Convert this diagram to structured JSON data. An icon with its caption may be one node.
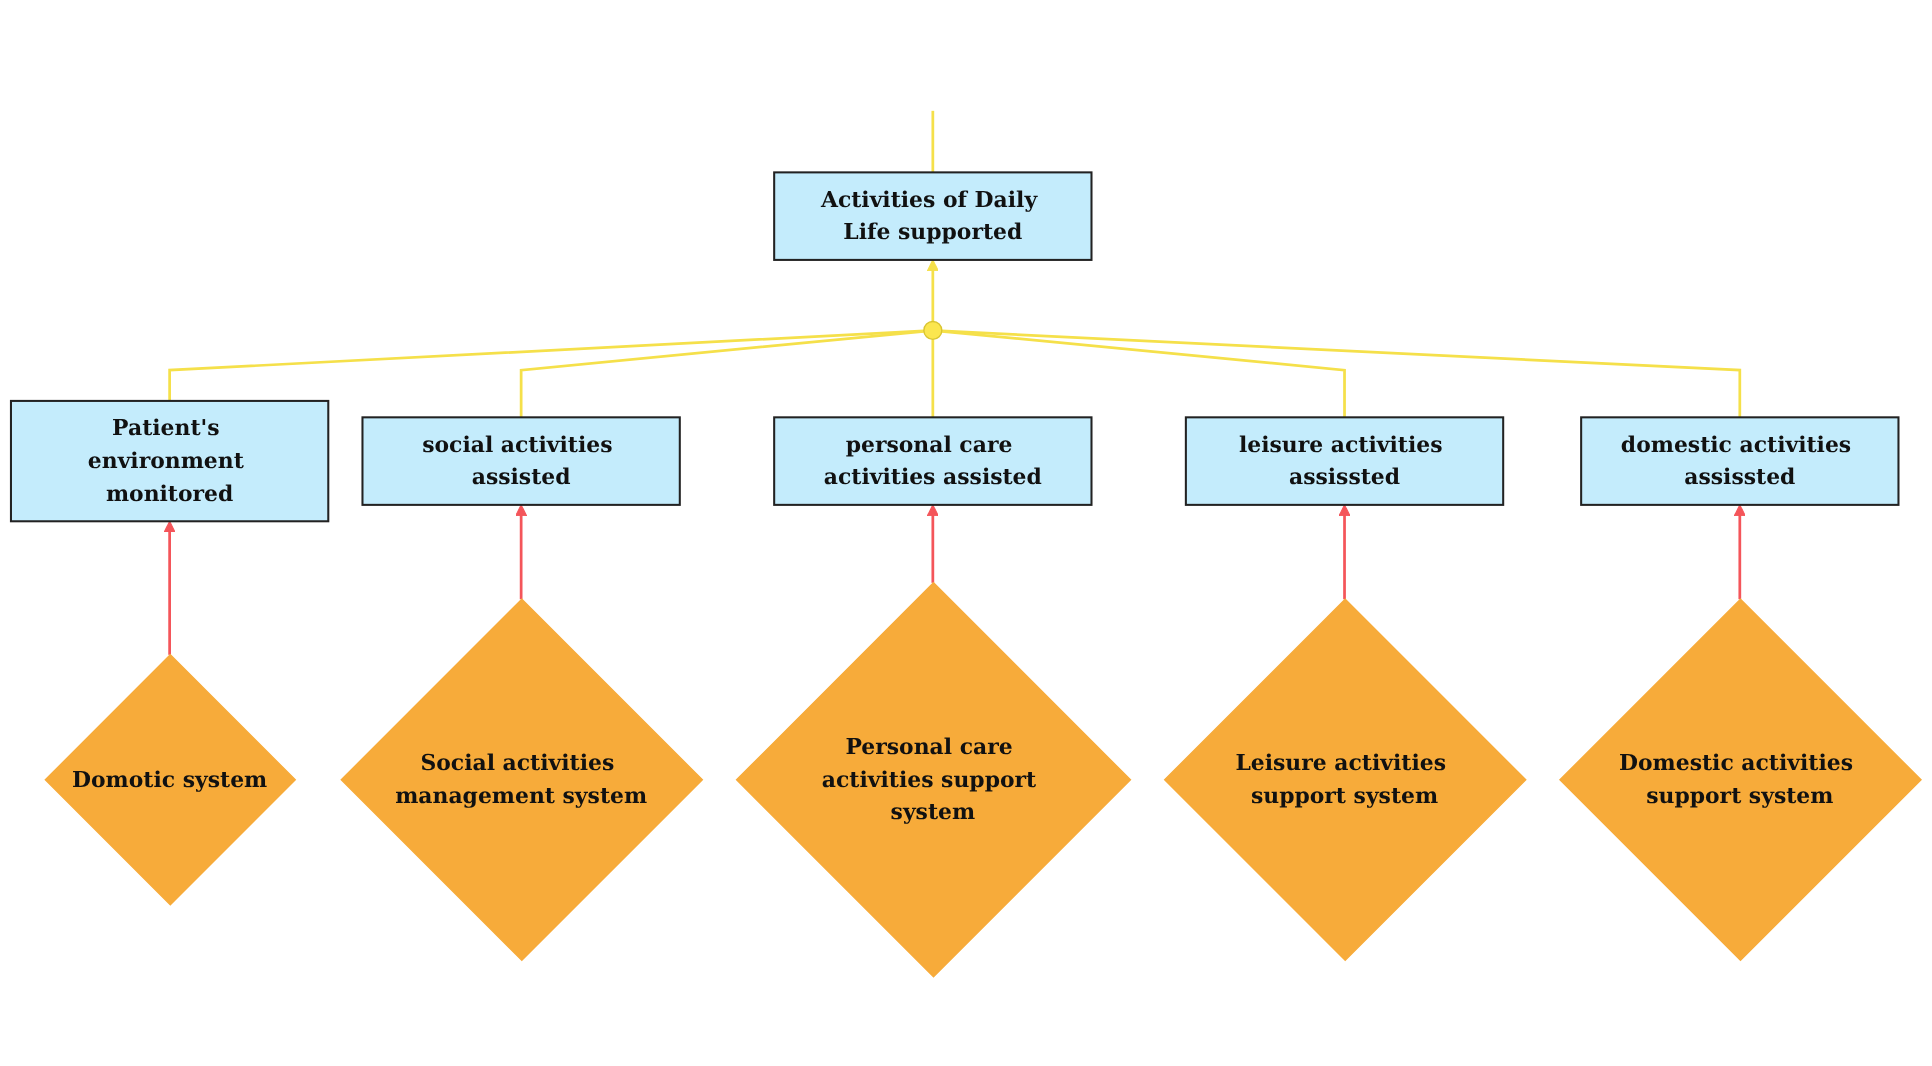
{
  "diagram": {
    "nodes": [
      {
        "text": [
          "Activities of Daily Life supported"
        ]
      },
      {
        "text": [],
        "shape": "circle"
      },
      {
        "text": [
          "Patient's environment monitored"
        ]
      },
      {
        "text": [
          "social activities assisted"
        ]
      },
      {
        "text": [
          "personal care activities assisted"
        ]
      },
      {
        "text": [
          "leisure activities assissted"
        ]
      },
      {
        "text": [
          "domestic activities assissted"
        ]
      },
      {
        "text": [
          "Domotic system"
        ]
      },
      {
        "text": [
          "Social activities management system"
        ]
      },
      {
        "text": [
          "Personal care activities support system"
        ]
      },
      {
        "text": [
          "Leisure activities support system"
        ]
      },
      {
        "text": [
          "Domestic activities support system"
        ]
      }
    ],
    "edges": [
      {
        "from": 0,
        "to": null,
        "arrow": "none"
      },
      {
        "from": 1,
        "to": 0,
        "arrow": "to"
      },
      {
        "from": 2,
        "to": 1,
        "arrow": "none"
      },
      {
        "from": 3,
        "to": 1,
        "arrow": "none"
      },
      {
        "from": 4,
        "to": 1,
        "arrow": "none"
      },
      {
        "from": 5,
        "to": 1,
        "arrow": "none"
      },
      {
        "from": 6,
        "to": 1,
        "arrow": "none"
      },
      {
        "from": 7,
        "to": 2,
        "arrow": "to",
        "color": "#f4555a"
      },
      {
        "from": 8,
        "to": 3,
        "arrow": "to",
        "color": "#f4555a"
      },
      {
        "from": 9,
        "to": 4,
        "arrow": "to",
        "color": "#f4555a"
      },
      {
        "from": 10,
        "to": 5,
        "arrow": "to",
        "color": "#f4555a"
      },
      {
        "from": 11,
        "to": 6,
        "arrow": "to",
        "color": "#f4555a"
      }
    ]
  }
}
